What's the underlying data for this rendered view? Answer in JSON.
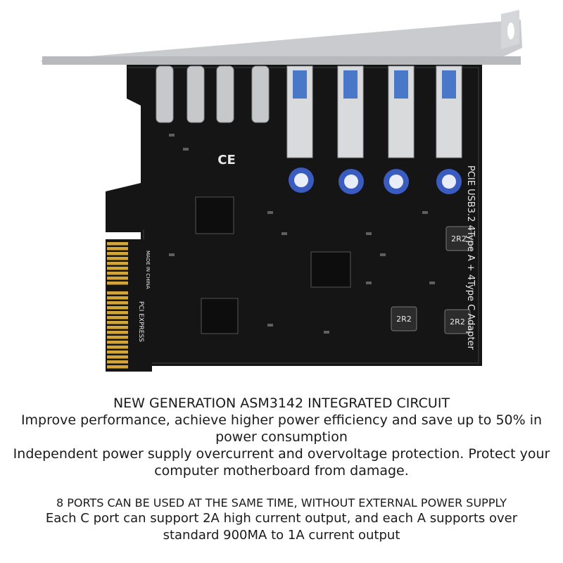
{
  "image": {
    "board_label": "PCIE USB3.2 4Type A + 4Type C Adapter",
    "connector_label": "PCI EXPRESS",
    "made_in": "MADE IN CHINA",
    "inductor_code": "2R2",
    "colors": {
      "pcb": "#151515",
      "bracket": "#c9cbce",
      "usb_a_metal": "#d9dadc",
      "gold_fingers": "#d4a63a",
      "capacitor": "#3a5bbf",
      "silkscreen": "#e8e8e8"
    }
  },
  "captions": {
    "block1": {
      "title": "NEW GENERATION ASM3142 INTEGRATED CIRCUIT",
      "line1": "Improve performance, achieve higher power efficiency and save up to 50% in",
      "line2": "power consumption",
      "line3": "Independent power supply overcurrent and overvoltage protection. Protect your",
      "line4": "computer motherboard from damage."
    },
    "block2": {
      "title": "8 PORTS CAN BE USED AT THE SAME TIME, WITHOUT EXTERNAL POWER SUPPLY",
      "line1": "Each C port can support 2A high current output, and each A supports over",
      "line2": "standard 900MA to 1A current output"
    }
  }
}
